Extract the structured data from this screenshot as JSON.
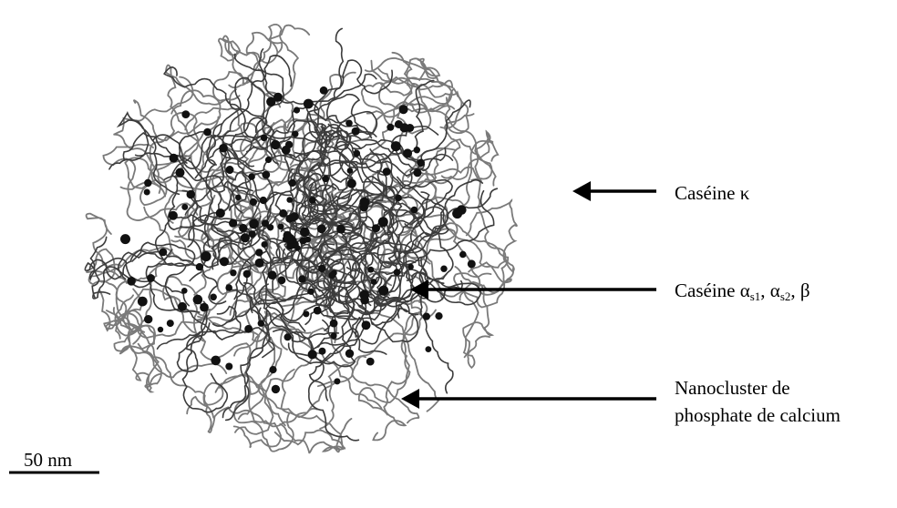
{
  "labels": {
    "kappa_casein": "Caséine κ",
    "alpha_beta_prefix": "Caséine α",
    "alpha_s1_sub": "s1",
    "alpha_sep": ", α",
    "alpha_s2_sub": "s2",
    "beta_suffix": ", β",
    "nanocluster_line1": "Nanocluster de",
    "nanocluster_line2": "phosphate de calcium",
    "scale_bar": "50 nm"
  },
  "colors": {
    "strand": "#7a7a7a",
    "strand_dark": "#3c3c3c",
    "cluster": "#111111",
    "arrow": "#000000"
  }
}
